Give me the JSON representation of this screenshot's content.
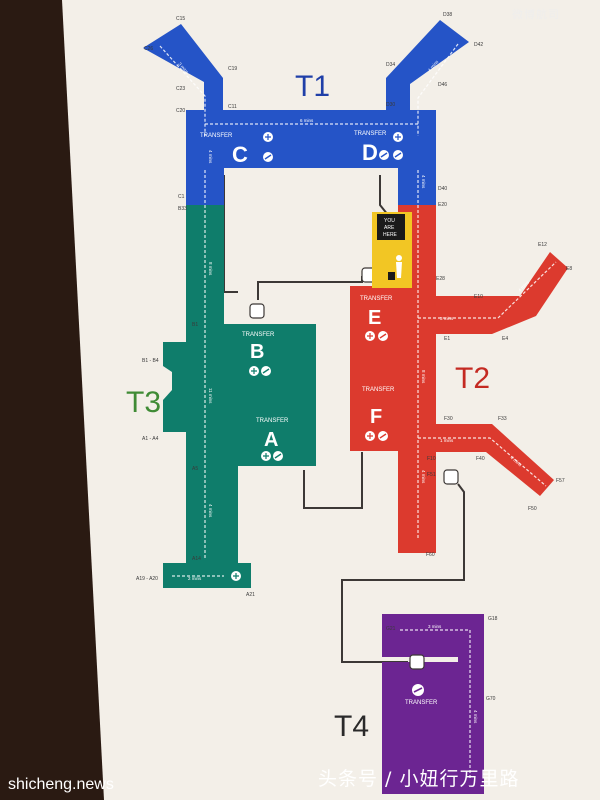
{
  "terminals": {
    "t1": "T1",
    "t2": "T2",
    "t3": "T3",
    "t4": "T4"
  },
  "piers": {
    "a": "A",
    "b": "B",
    "c": "C",
    "d": "D",
    "e": "E",
    "f": "F"
  },
  "transfer_label": "TRANSFER",
  "walk_time": {
    "one_min": "1 mins",
    "two_min": "2 mins",
    "three_min": "3 mins",
    "four_min": "4 mins",
    "six_min": "6 mins",
    "eight_min": "8 mins",
    "eleven_min": "11 mins"
  },
  "you_are_here": {
    "line1": "YOU",
    "line2": "ARE",
    "line3": "HERE"
  },
  "gates": {
    "c15": "C15",
    "c26": "C26",
    "c19": "C19",
    "c23": "C23",
    "c20": "C20",
    "c11": "C11",
    "c1": "C1",
    "d38": "D38",
    "d42": "D42",
    "d34": "D34",
    "d46": "D46",
    "d30": "D30",
    "d40": "D40",
    "e20": "E20",
    "e12": "E12",
    "e8": "E8",
    "e28": "E28",
    "e10": "E10",
    "e1": "E1",
    "e4": "E4",
    "b33": "B33",
    "b1": "B1",
    "b1_b4": "B1 - B4",
    "a1_a4": "A1 - A4",
    "a5": "A5",
    "a14": "A14",
    "a19_a20": "A19 - A20",
    "a21": "A21",
    "f30": "F30",
    "f33": "F33",
    "f40": "F40",
    "f50": "F50",
    "f57": "F57",
    "f51": "F51",
    "f10": "F10",
    "f60": "F60",
    "g21": "G21",
    "g18": "G18",
    "g70": "G70"
  },
  "watermarks": {
    "left": "shicheng.news",
    "right": "头条号 / 小妞行万里路",
    "corner": "微博航司"
  },
  "colors": {
    "t1": "#2554c7",
    "t2": "#dc3a2e",
    "t3": "#0f7d6b",
    "t4": "#6c2592",
    "paper": "#f3efe8",
    "wall": "#2a1a12",
    "yah": "#f2c624"
  }
}
